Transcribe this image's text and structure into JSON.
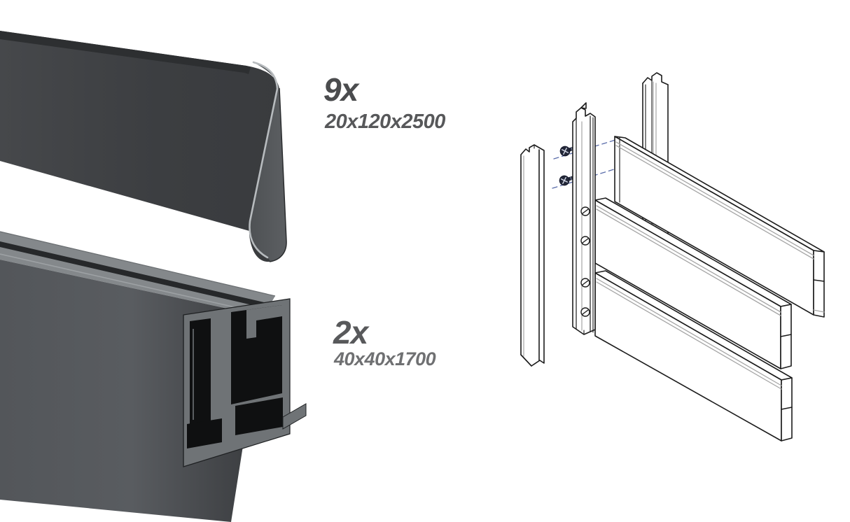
{
  "page": {
    "background_color": "#ffffff",
    "description": "Fence kit parts sheet: two product renders with quantity and size labels, plus exploded assembly line drawing"
  },
  "items": [
    {
      "name": "fence-slat-board",
      "quantity_label": "9x",
      "dimensions_label": "20x120x2500",
      "render_color": "#3e4043",
      "edge_highlight_color": "#b7bbbe"
    },
    {
      "name": "aluminium-post-profile",
      "quantity_label": "2x",
      "dimensions_label": "40x40x1700",
      "render_color": "#4b4e51",
      "top_face_color": "#84888b"
    }
  ],
  "assembly_diagram": {
    "name": "exploded-assembly-line-drawing",
    "slat_count": 3,
    "floating_screws": 2,
    "mounted_screws": 4,
    "parts": [
      "cover-strip",
      "mounting-post",
      "back-post",
      "slats"
    ],
    "line_color": "#1c1c1c",
    "inner_line_color": "#a5a5a5",
    "leader_line_color": "#5b6daa",
    "screw_color": "#232839"
  }
}
